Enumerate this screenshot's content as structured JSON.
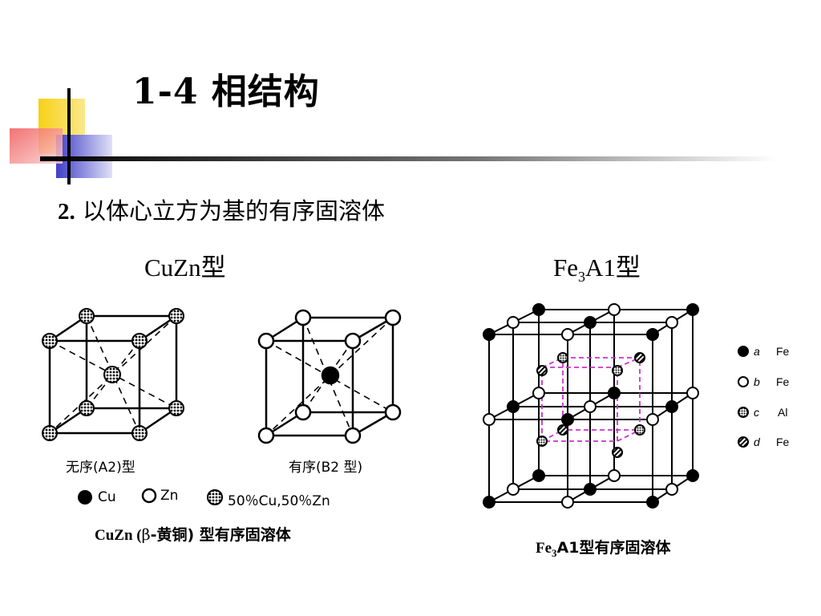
{
  "slide": {
    "title": "1-4 相结构",
    "section_number": "2.",
    "section_text": " 以体心立方为基的有序固溶体"
  },
  "left": {
    "type_label": "CuZn型",
    "cell_a_label": "无序(A2)型",
    "cell_b_label": "有序(B2 型)",
    "legend": [
      {
        "symbol": "filled",
        "text": "Cu"
      },
      {
        "symbol": "open",
        "text": "Zn"
      },
      {
        "symbol": "hatched",
        "text": "50％Cu,50％Zn"
      }
    ],
    "caption_pre": "CuZn (",
    "caption_beta": "β",
    "caption_post": "-黄铜) 型有序固溶体"
  },
  "right": {
    "type_prefix": "Fe",
    "type_sub": "3",
    "type_suffix": "A1型",
    "legend": [
      {
        "symbol": "filled",
        "letter": "a",
        "text": "Fe"
      },
      {
        "symbol": "open",
        "letter": "b",
        "text": "Fe"
      },
      {
        "symbol": "dotted",
        "letter": "c",
        "text": "Al"
      },
      {
        "symbol": "striped",
        "letter": "d",
        "text": "Fe"
      }
    ],
    "caption_prefix": "Fe",
    "caption_sub": "3",
    "caption_suffix": "A1型有序固溶体"
  },
  "colors": {
    "deco_yellow": "#f7d117",
    "deco_red": "#f05a5a",
    "deco_blue": "#3f3fc8",
    "dashed_cube": "#cc33cc",
    "ink": "#000000"
  }
}
